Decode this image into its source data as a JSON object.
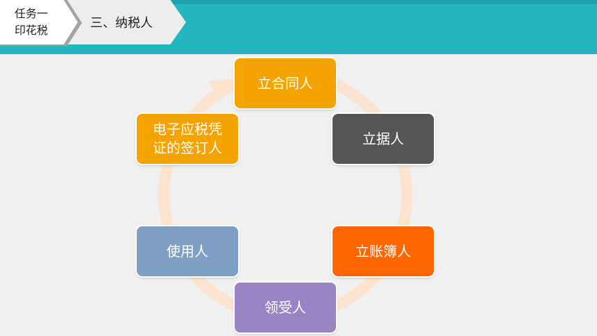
{
  "header": {
    "section": "任务一\n印花税",
    "section_line1": "任务一",
    "section_line2": "印花税",
    "subsection": "三、纳税人"
  },
  "cycle": {
    "items": [
      {
        "label": "立合同人",
        "color": "#f4a300"
      },
      {
        "label": "立据人",
        "color": "#555555"
      },
      {
        "label": "立账簿人",
        "color": "#ff6600"
      },
      {
        "label": "领受人",
        "color": "#9a85c4"
      },
      {
        "label": "使用人",
        "color": "#7f9fc4"
      },
      {
        "label_line1": "电子应税凭",
        "label_line2": "证的签订人",
        "color": "#f4a300"
      }
    ]
  },
  "colors": {
    "header_bar": "#23b6bf",
    "ring": "#fbe3cf",
    "background": "#f0f0f0"
  }
}
